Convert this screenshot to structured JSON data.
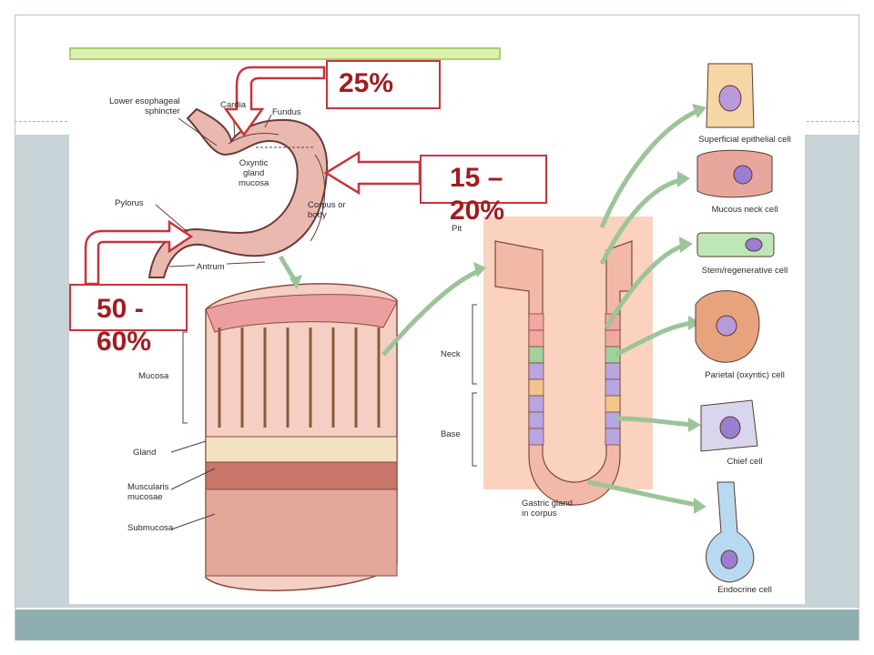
{
  "slide": {
    "accent_colors": {
      "band": "#c8d3d8",
      "bottom_bar": "#8faeb2",
      "arrow_red": "#c8343a",
      "percent_text": "#a11d22"
    }
  },
  "stomach": {
    "labels": {
      "les": "Lower esophageal\nsphincter",
      "cardia": "Cardia",
      "fundus": "Fundus",
      "oxyntic": "Oxyntic\ngland\nmucosa",
      "corpus": "Corpus or\nbody",
      "pylorus": "Pylorus",
      "antrum": "Antrum"
    }
  },
  "callouts": {
    "cardia_pct": "25%",
    "body_pct": "15 –\n20%",
    "antrum_pct": "50 -\n60%"
  },
  "tissue": {
    "labels": {
      "mucosa": "Mucosa",
      "gland": "Gland",
      "muscularis": "Muscularis\nmucosae",
      "submucosa": "Submucosa"
    }
  },
  "gland": {
    "labels": {
      "pit": "Pit",
      "neck": "Neck",
      "base": "Base",
      "caption": "Gastric gland\nin corpus"
    }
  },
  "cells": [
    {
      "name": "Superficial epithelial cell"
    },
    {
      "name": "Mucous neck cell"
    },
    {
      "name": "Stem/regenerative cell"
    },
    {
      "name": "Parietal (oxyntic) cell"
    },
    {
      "name": "Chief cell"
    },
    {
      "name": "Endocrine cell"
    }
  ]
}
